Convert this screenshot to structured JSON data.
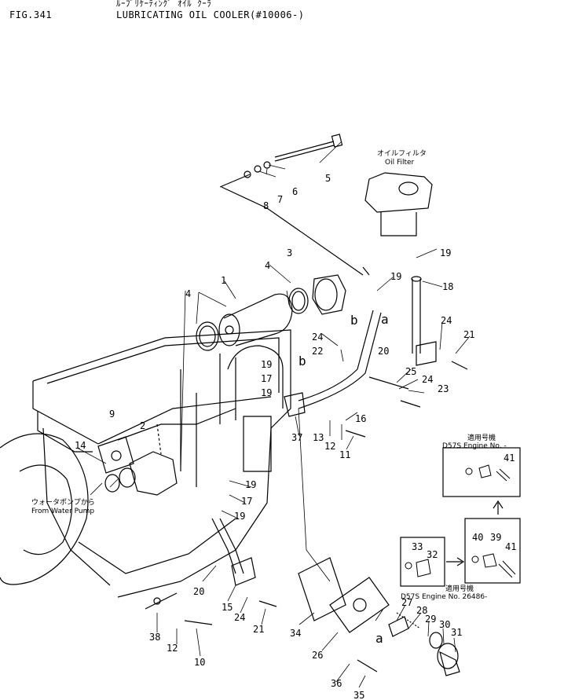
{
  "header": {
    "fig": "FIG.341",
    "title_jp": "ﾙｰﾌﾞﾘｹｰﾃｨﾝｸﾞ ｵｲﾙ ｸｰﾗ",
    "title": "LUBRICATING OIL COOLER(#10006-)"
  },
  "callouts": {
    "oil_filter_jp": "オイルフィルタ",
    "oil_filter": "Oil Filter",
    "water_pump_jp": "ウォータポンプから",
    "water_pump": "From Water Pump",
    "box1_jp": "適用号機",
    "box1_engine": "D57S Engine No. -",
    "box2_jp": "適用号機",
    "box2_engine": "D57S Engine No. 26486-",
    "letter_a": "a",
    "letter_b": "b"
  },
  "part_numbers": [
    "1",
    "2",
    "3",
    "4",
    "5",
    "6",
    "7",
    "8",
    "9",
    "10",
    "11",
    "12",
    "13",
    "14",
    "15",
    "16",
    "17",
    "18",
    "19",
    "20",
    "21",
    "22",
    "23",
    "24",
    "25",
    "26",
    "27",
    "28",
    "29",
    "30",
    "31",
    "32",
    "33",
    "34",
    "35",
    "36",
    "37",
    "38",
    "39",
    "40",
    "41"
  ]
}
